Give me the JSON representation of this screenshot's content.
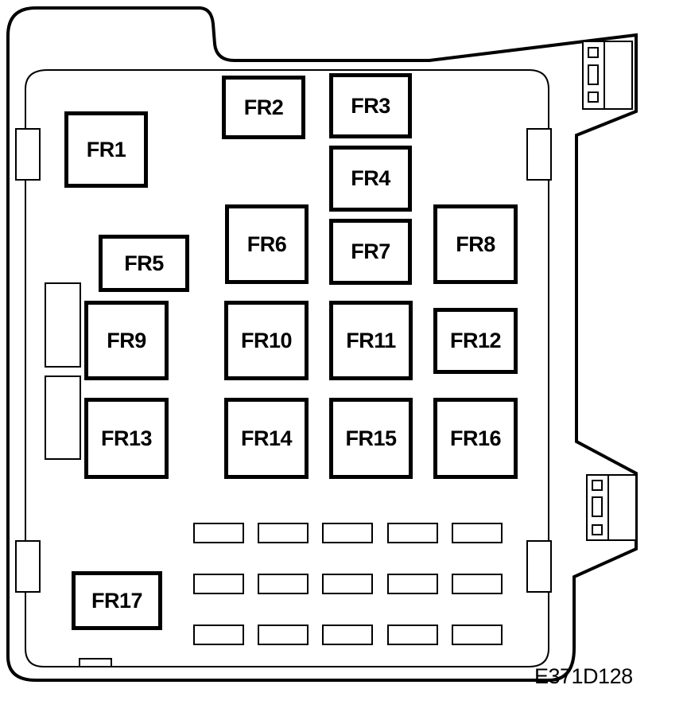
{
  "figure_id": "E371D128",
  "colors": {
    "line": "#000000",
    "background": "#ffffff"
  },
  "relays": [
    {
      "id": "FR1",
      "label": "FR1"
    },
    {
      "id": "FR2",
      "label": "FR2"
    },
    {
      "id": "FR3",
      "label": "FR3"
    },
    {
      "id": "FR4",
      "label": "FR4"
    },
    {
      "id": "FR5",
      "label": "FR5"
    },
    {
      "id": "FR6",
      "label": "FR6"
    },
    {
      "id": "FR7",
      "label": "FR7"
    },
    {
      "id": "FR8",
      "label": "FR8"
    },
    {
      "id": "FR9",
      "label": "FR9"
    },
    {
      "id": "FR10",
      "label": "FR10"
    },
    {
      "id": "FR11",
      "label": "FR11"
    },
    {
      "id": "FR12",
      "label": "FR12"
    },
    {
      "id": "FR13",
      "label": "FR13"
    },
    {
      "id": "FR14",
      "label": "FR14"
    },
    {
      "id": "FR15",
      "label": "FR15"
    },
    {
      "id": "FR16",
      "label": "FR16"
    },
    {
      "id": "FR17",
      "label": "FR17"
    }
  ]
}
